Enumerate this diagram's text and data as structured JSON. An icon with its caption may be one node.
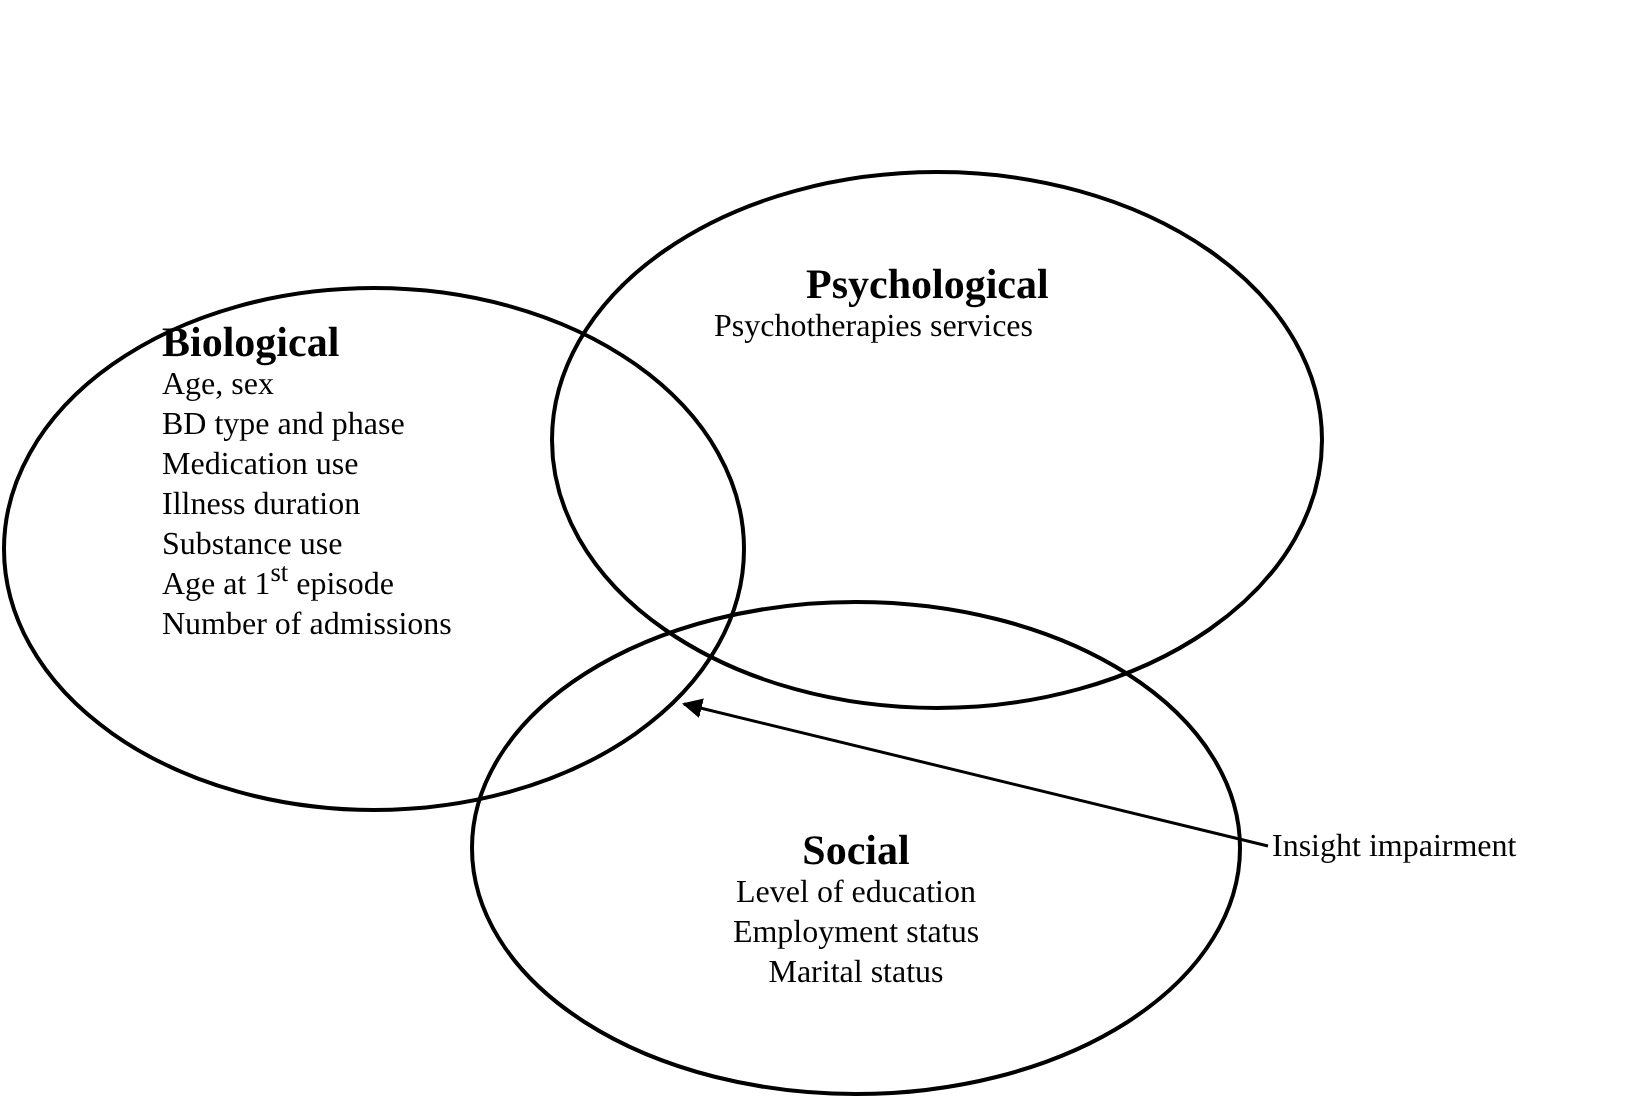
{
  "diagram": {
    "nodes": [
      {
        "text": [
          "Biological",
          "Age, sex",
          "BD type and phase",
          "Medication use",
          "Illness duration",
          "Substance use",
          "Age at 1$^{st}$ episode",
          "Number of admissions"
        ]
      },
      {
        "text": [
          "Psychological",
          "Psychotherapies services"
        ]
      },
      {
        "text": [
          "Social",
          "Level of education",
          "Employment status",
          "Marital status"
        ]
      },
      {
        "text": [
          "Insight impairment"
        ]
      }
    ],
    "edges": [
      {
        "from": 3,
        "to": 2,
        "arrow": "to"
      }
    ]
  }
}
